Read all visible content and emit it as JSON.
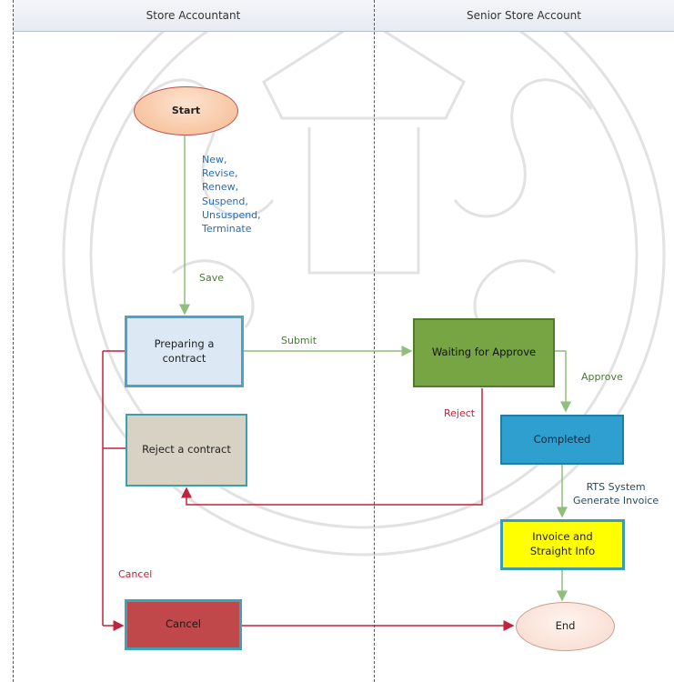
{
  "lanes": {
    "left_title": "Store Accountant",
    "right_title": "Senior Store Account"
  },
  "nodes": {
    "start": "Start",
    "preparing": "Preparing a\ncontract",
    "reject_contract": "Reject a contract",
    "cancel_box": "Cancel",
    "waiting": "Waiting for Approve",
    "completed": "Completed",
    "invoice": "Invoice and\nStraight Info",
    "end": "End"
  },
  "edge_labels": {
    "start_actions": "New,\nRevise,\nRenew,\nSuspend,\nUnsuspend,\nTerminate",
    "save": "Save",
    "submit": "Submit",
    "approve": "Approve",
    "reject": "Reject",
    "rts": "RTS System\nGenerate Invoice",
    "cancel": "Cancel"
  },
  "colors": {
    "start_fill": "#f9cfae",
    "start_border": "#c0504d",
    "process_blue": "#dce9f5",
    "process_blue_border": "#4ba3c8",
    "reject_fill": "#d8d2c4",
    "reject_border": "#39a0b0",
    "cancel_fill": "#c0474a",
    "cancel_border": "#3aa4b6",
    "waiting_fill": "#77a543",
    "waiting_border": "#4f7d2b",
    "completed_fill": "#2e9fcf",
    "completed_border": "#1f7ea6",
    "invoice_fill": "#ffff00",
    "invoice_border": "#3d9bb8",
    "end_fill": "#fbe6dc",
    "end_border": "#c9a090",
    "green_line": "#8fbf7a",
    "red_line": "#c0233c",
    "blue_text": "#2a6cb0",
    "green_text": "#4a7a34",
    "red_text": "#c0233c"
  }
}
